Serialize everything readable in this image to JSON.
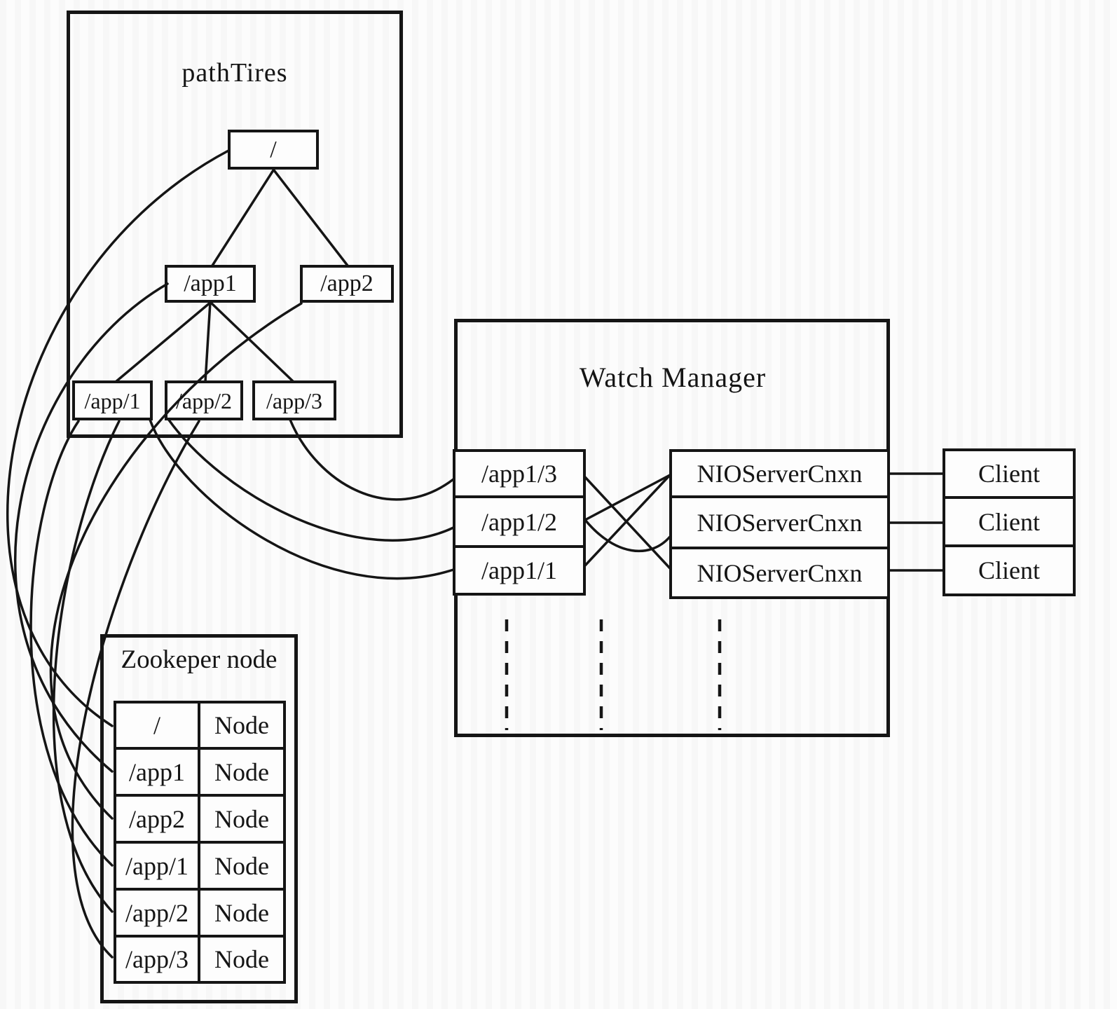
{
  "diagram": {
    "path_tree": {
      "title": "pathTires",
      "root_label": "/",
      "children": [
        "/app1",
        "/app2"
      ],
      "leaves": [
        "/app/1",
        "/app/2",
        "/app/3"
      ]
    },
    "watch_manager": {
      "title": "Watch Manager",
      "watch_paths": [
        "/app1/3",
        "/app1/2",
        "/app1/1"
      ],
      "server_connections": [
        "NIOServerCnxn",
        "NIOServerCnxn",
        "NIOServerCnxn"
      ]
    },
    "clients": [
      "Client",
      "Client",
      "Client"
    ],
    "zookeeper_node": {
      "title": "Zookeper node",
      "table": {
        "rows": [
          {
            "path": "/",
            "type": "Node"
          },
          {
            "path": "/app1",
            "type": "Node"
          },
          {
            "path": "/app2",
            "type": "Node"
          },
          {
            "path": "/app/1",
            "type": "Node"
          },
          {
            "path": "/app/2",
            "type": "Node"
          },
          {
            "path": "/app/3",
            "type": "Node"
          }
        ]
      }
    },
    "connections": {
      "tree_edges": [
        "/ -> /app1",
        "/ -> /app2",
        "/app1 -> /app/1",
        "/app1 -> /app/2",
        "/app1 -> /app/3"
      ],
      "tree_to_table": [
        "/ -> row /",
        "/app1 -> row /app1",
        "/app2 -> row /app2",
        "/app/1 -> row /app/1",
        "/app/2 -> row /app/2",
        "/app/3 -> row /app/3"
      ],
      "tree_to_watch_manager": [
        "/app/1 -> /app1/1",
        "/app/2 -> /app1/2",
        "/app/3 -> /app1/3"
      ],
      "watch_to_cnxn": [
        "/app1/3 -> NIOServerCnxn 3",
        "/app1/2 -> NIOServerCnxn 1",
        "/app1/2 -> NIOServerCnxn 2",
        "/app1/1 -> NIOServerCnxn 1"
      ],
      "cnxn_to_client": [
        "NIOServerCnxn 1 -> Client 1",
        "NIOServerCnxn 2 -> Client 2",
        "NIOServerCnxn 3 -> Client 3"
      ]
    },
    "colors": {
      "line": "#151515",
      "background": "#fcfcfc",
      "box_fill": "#fdfdfd"
    }
  }
}
